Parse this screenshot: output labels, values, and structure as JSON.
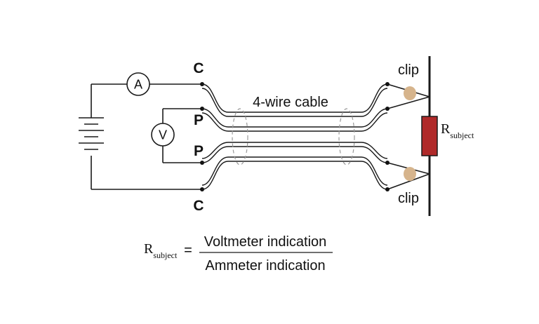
{
  "labels": {
    "current_terminal": "C",
    "potential_terminal": "P",
    "cable": "4-wire cable",
    "clip": "clip",
    "ammeter": "A",
    "voltmeter": "V"
  },
  "resistor_label": {
    "main": "R",
    "sub": "subject"
  },
  "formula": {
    "lhs_main": "R",
    "lhs_sub": "subject",
    "equals": "=",
    "numerator": "Voltmeter indication",
    "denominator": "Ammeter indication"
  },
  "colors": {
    "wire": "#1a1a1a",
    "resistor": "#b02a2a",
    "clip_jaw": "#d6b48c",
    "shield": "#9a9a9a"
  }
}
